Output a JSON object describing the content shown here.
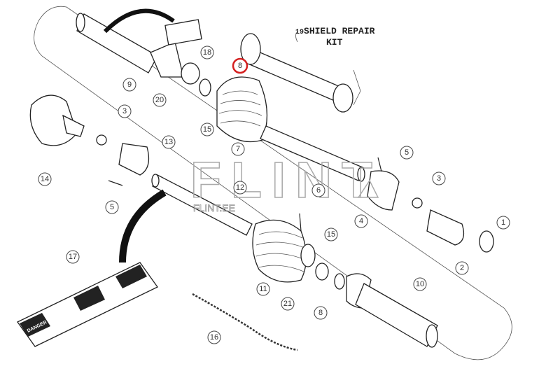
{
  "kit_label": {
    "number": "19",
    "line1": "SHIELD REPAIR",
    "line2": "KIT"
  },
  "watermark": {
    "main": "FLINT",
    "sub": "FLINT.EE"
  },
  "decal_text": "DANGER",
  "highlight_color": "#d42020",
  "callouts": [
    {
      "id": "c18",
      "label": "18"
    },
    {
      "id": "c9",
      "label": "9"
    },
    {
      "id": "c20",
      "label": "20"
    },
    {
      "id": "c8a",
      "label": "8",
      "highlighted": true
    },
    {
      "id": "c3a",
      "label": "3"
    },
    {
      "id": "c15a",
      "label": "15"
    },
    {
      "id": "c7",
      "label": "7"
    },
    {
      "id": "c13",
      "label": "13"
    },
    {
      "id": "c14",
      "label": "14"
    },
    {
      "id": "c5a",
      "label": "5"
    },
    {
      "id": "c12",
      "label": "12"
    },
    {
      "id": "c6",
      "label": "6"
    },
    {
      "id": "c5b",
      "label": "5"
    },
    {
      "id": "c3b",
      "label": "3"
    },
    {
      "id": "c4",
      "label": "4"
    },
    {
      "id": "c1",
      "label": "1"
    },
    {
      "id": "c2",
      "label": "2"
    },
    {
      "id": "c15b",
      "label": "15"
    },
    {
      "id": "c17",
      "label": "17"
    },
    {
      "id": "c11",
      "label": "11"
    },
    {
      "id": "c21",
      "label": "21"
    },
    {
      "id": "c8b",
      "label": "8"
    },
    {
      "id": "c10",
      "label": "10"
    },
    {
      "id": "c16",
      "label": "16"
    }
  ]
}
